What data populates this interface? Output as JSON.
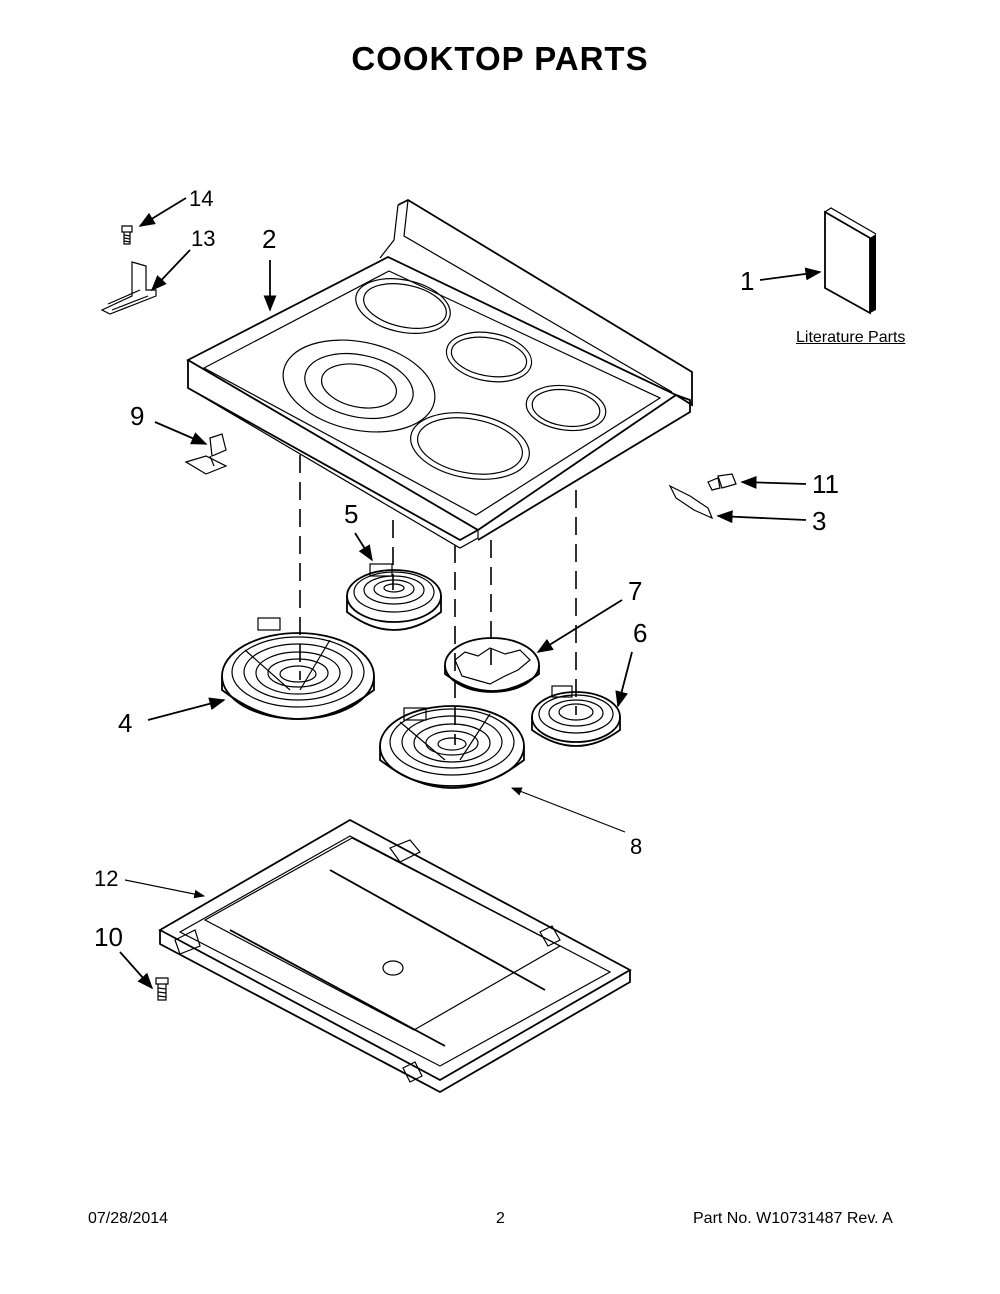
{
  "title": "COOKTOP  PARTS",
  "literature_label": "Literature Parts",
  "callouts": {
    "c1": "1",
    "c2": "2",
    "c3": "3",
    "c4": "4",
    "c5": "5",
    "c6": "6",
    "c7": "7",
    "c8": "8",
    "c9": "9",
    "c10": "10",
    "c11": "11",
    "c12": "12",
    "c13": "13",
    "c14": "14"
  },
  "footer": {
    "date": "07/28/2014",
    "page": "2",
    "part": "Part No.  W10731487  Rev.  A"
  }
}
